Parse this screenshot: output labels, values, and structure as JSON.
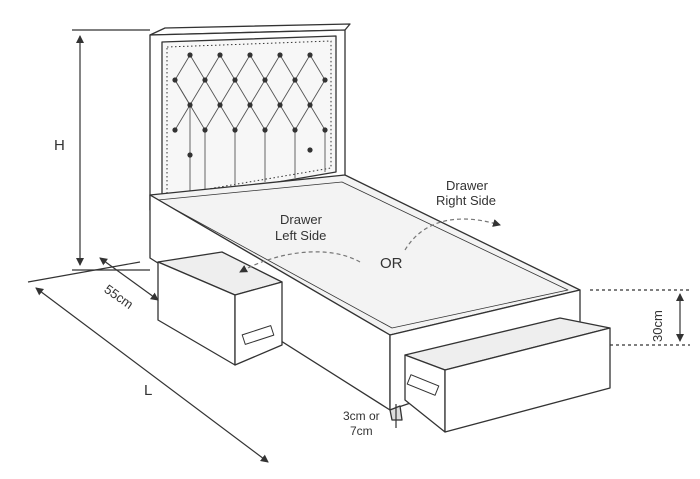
{
  "figure": {
    "labels": {
      "height": "H",
      "length": "L",
      "depth": "55cm",
      "drawer_height": "30cm",
      "clearance_line1": "3cm or",
      "clearance_line2": "7cm",
      "drawer_left_line1": "Drawer",
      "drawer_left_line2": "Left Side",
      "drawer_right_line1": "Drawer",
      "drawer_right_line2": "Right Side",
      "or": "OR"
    },
    "colors": {
      "line": "#333333",
      "fill": "#ffffff",
      "mattress": "#f3f3f3",
      "headboard_panel": "#f7f7f7",
      "shadow": "#e6e6e6",
      "dashed": "#777777"
    },
    "headboard_buttons": 24
  }
}
